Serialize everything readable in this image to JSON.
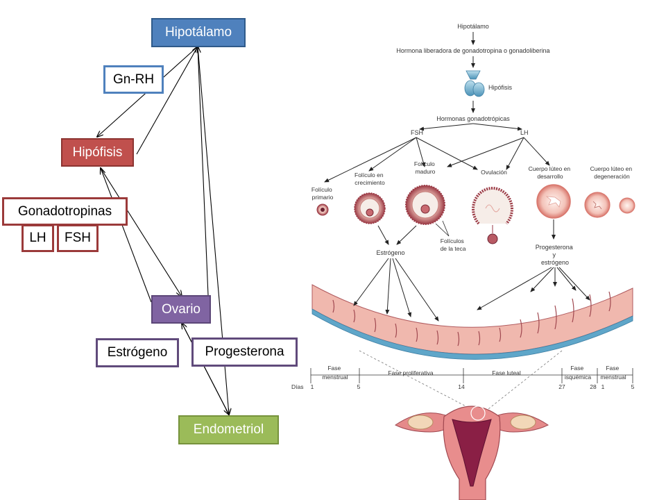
{
  "colors": {
    "blue": "#4f81bd",
    "red": "#c0504d",
    "purple": "#8064a2",
    "green": "#9bbb59",
    "tissue_pink": "#e8a8a0",
    "tissue_dark": "#9b3a45",
    "uterus_pink": "#e58a8a",
    "vessel_blue": "#5fa6c9"
  },
  "left": {
    "hipotalamo": "Hipotálamo",
    "gnrh": "Gn-RH",
    "hipofisis": "Hipófisis",
    "gonadotropinas": "Gonadotropinas",
    "lh": "LH",
    "fsh": "FSH",
    "ovario": "Ovario",
    "estrogeno": "Estrógeno",
    "progesterona": "Progesterona",
    "endometriol": "Endometriol"
  },
  "figure": {
    "hipotalamo": "Hipotálamo",
    "hormona_liberadora": "Hormona liberadora de gonadotropina o gonadoliberina",
    "hipofisis": "Hipófisis",
    "hormonas_gonadotropicas": "Hormonas gonadotrópicas",
    "fsh": "FSH",
    "lh": "LH",
    "foliculo_primario": [
      "Folículo",
      "primario"
    ],
    "foliculo_crecimiento": [
      "Folículo en",
      "crecimiento"
    ],
    "foliculo_maduro": [
      "Folículo",
      "maduro"
    ],
    "ovulacion": "Ovulación",
    "cuerpo_luteo_desarrollo": [
      "Cuerpo lúteo en",
      "desarrollo"
    ],
    "cuerpo_luteo_degeneracion": [
      "Cuerpo lúteo en",
      "degeneración"
    ],
    "foliculos_teca": [
      "Folículos",
      "de la teca"
    ],
    "estrogeno": "Estrógeno",
    "progesterona_estrogeno": [
      "Progesterona",
      "y",
      "estrógeno"
    ],
    "phases": {
      "menstrual_1": [
        "Fase",
        "menstrual"
      ],
      "proliferativa": "Fase proliferativa",
      "luteal": "Fase luteal",
      "isquemica": [
        "Fase",
        "isquémica"
      ],
      "menstrual_2": [
        "Fase",
        "menstrual"
      ]
    },
    "dias": "Días",
    "day_ticks": [
      "1",
      "5",
      "14",
      "27",
      "28",
      "1",
      "5"
    ]
  }
}
